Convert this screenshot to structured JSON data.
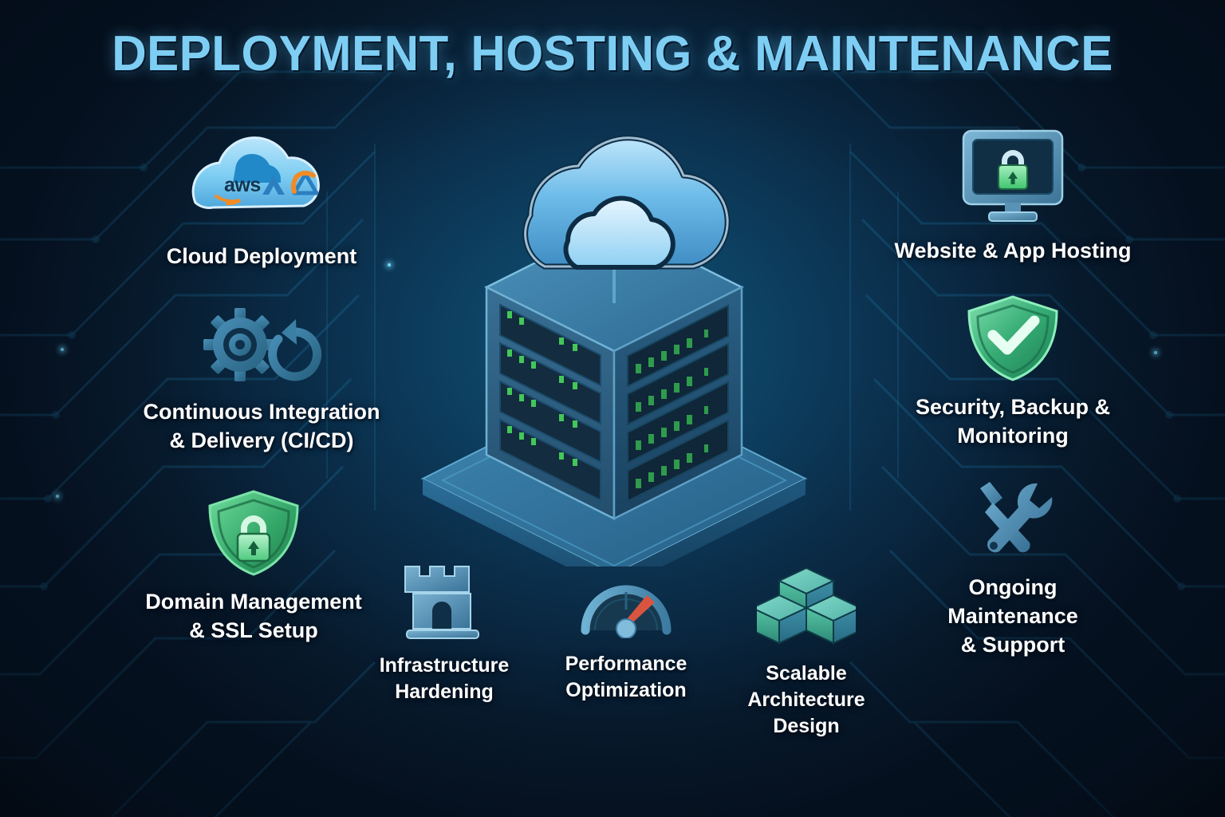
{
  "page": {
    "title": "DEPLOYMENT, HOSTING & MAINTENANCE",
    "background_color": "#081a2e",
    "title_color": "#7ecef4",
    "label_color": "#ffffff",
    "accent_green": "#4bc97a",
    "accent_blue": "#5ba9d6",
    "accent_orange": "#f08c28",
    "accent_red": "#d9553f"
  },
  "center_graphic": {
    "name": "isometric-server-rack-with-cloud",
    "cloud_color": "#64b8ea",
    "server_color": "#2f6485",
    "platform_color": "#2a6b94",
    "led_color": "#43c759"
  },
  "features": {
    "left": [
      {
        "id": "cloud-deployment",
        "label": "Cloud Deployment",
        "icon": "cloud-providers-icon",
        "logos": [
          "aws",
          "azure",
          "google-cloud"
        ]
      },
      {
        "id": "ci-cd",
        "label": "Continuous Integration\n& Delivery (CI/CD)",
        "icon": "gear-refresh-icon"
      },
      {
        "id": "domain-ssl",
        "label": "Domain Management\n& SSL Setup",
        "icon": "shield-lock-icon"
      }
    ],
    "right": [
      {
        "id": "website-app-hosting",
        "label": "Website & App Hosting",
        "icon": "monitor-lock-icon"
      },
      {
        "id": "security-backup-monitoring",
        "label": "Security, Backup &\nMonitoring",
        "icon": "shield-check-icon"
      },
      {
        "id": "ongoing-maintenance",
        "label": "Ongoing\nMaintenance\n& Support",
        "icon": "wrench-screwdriver-icon"
      }
    ],
    "bottom": [
      {
        "id": "infrastructure-hardening",
        "label": "Infrastructure\nHardening",
        "icon": "fortress-tower-icon"
      },
      {
        "id": "performance-optimization",
        "label": "Performance\nOptimization",
        "icon": "speedometer-icon"
      },
      {
        "id": "scalable-architecture",
        "label": "Scalable\nArchitecture\nDesign",
        "icon": "stacked-cubes-icon"
      }
    ]
  },
  "logos": {
    "aws_text": "aws"
  }
}
